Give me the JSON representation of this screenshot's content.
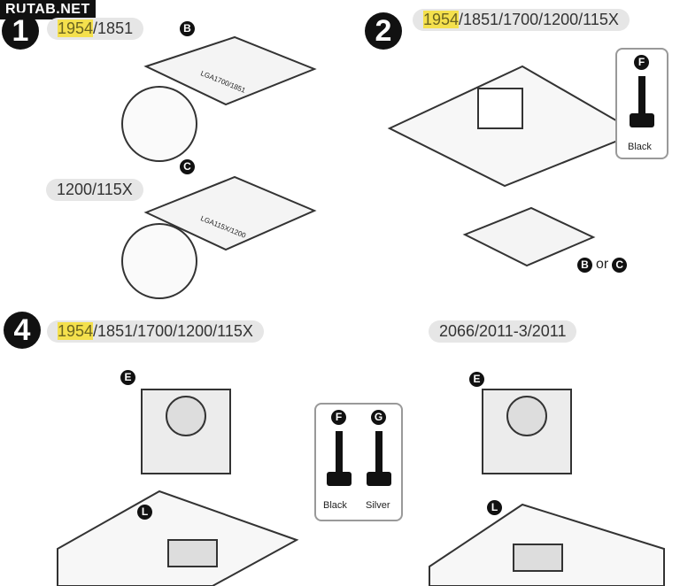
{
  "watermark": "RUTAB.NET",
  "steps": [
    {
      "number": "1",
      "sockets_highlight": "1954",
      "sockets_rest": "/1851",
      "alt_label": "1200/115X",
      "plate_b": "B",
      "plate_c": "C",
      "plate_b_text": "LGA1700/1851",
      "plate_c_text": "LGA115X/1200"
    },
    {
      "number": "2",
      "sockets_highlight": "1954",
      "sockets_rest": "/1851/1700/1200/115X",
      "screw_badge": "F",
      "screw_label": "Black",
      "plate_choice_b": "B",
      "plate_choice_or": "or",
      "plate_choice_c": "C"
    },
    {
      "number": "4",
      "sockets_highlight": "1954",
      "sockets_rest": "/1851/1700/1200/115X",
      "alt_label": "2066/2011-3/2011",
      "badge_e": "E",
      "badge_l": "L",
      "screw_f": "F",
      "screw_f_label": "Black",
      "screw_g": "G",
      "screw_g_label": "Silver"
    }
  ]
}
